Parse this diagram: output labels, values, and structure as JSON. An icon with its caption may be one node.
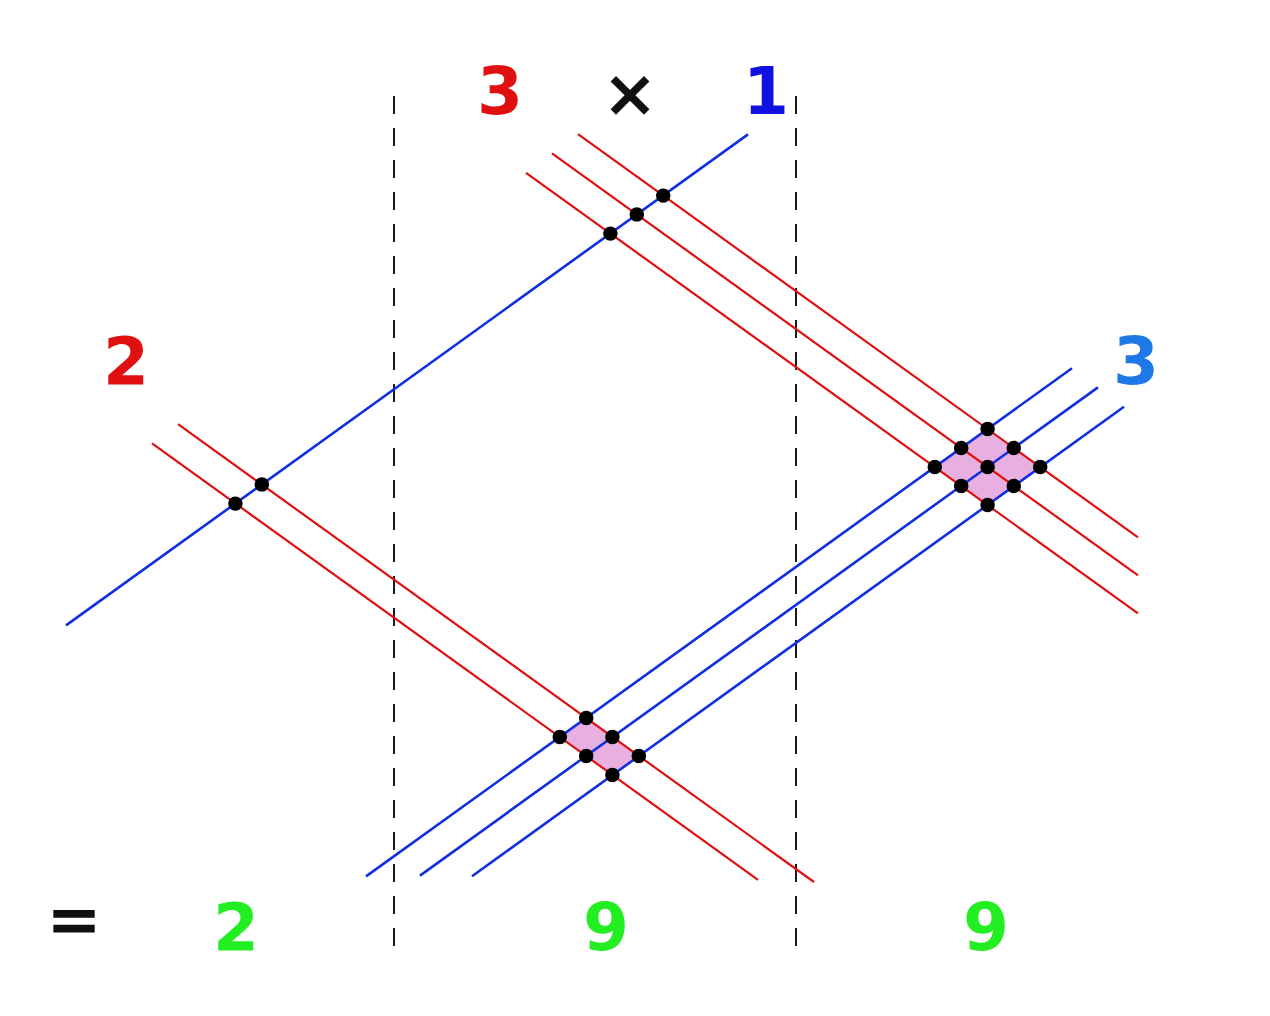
{
  "diagram": {
    "labels": [
      "3",
      "×",
      "1",
      "2",
      "3",
      "=",
      "2",
      "9",
      "9"
    ]
  }
}
